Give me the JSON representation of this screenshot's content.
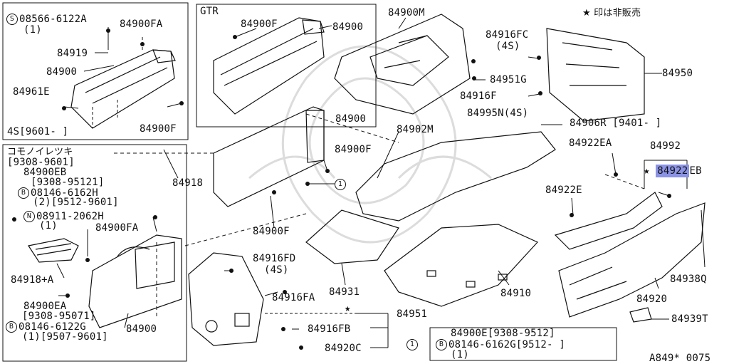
{
  "labels": {
    "box1_s_part": "08566-6122A",
    "box1_s_qty": "(1)",
    "box1_84900fa": "84900FA",
    "box1_84919": "84919",
    "box1_84900": "84900",
    "box1_84961e": "84961E",
    "box1_4s": "4S[9601-   ]",
    "box1_84900f": "84900F",
    "gtr_title": "GTR",
    "gtr_84900f": "84900F",
    "gtr_84900": "84900",
    "top_84900m": "84900M",
    "top_84916fc": "84916FC",
    "top_4s_a": "(4S)",
    "top_84951g": "84951G",
    "top_84916f": "84916F",
    "top_84995n": "84995N(4S)",
    "note_not_sold": "★ 印は非販売",
    "right_84950": "84950",
    "mid_84900": "84900",
    "mid_84902m": "84902M",
    "mid_84906r": "84906R [9401-      ]",
    "mid_84900f_a": "84900F",
    "mid_84918": "84918",
    "mid_84900f_b": "84900F",
    "r_84922ea": "84922EA",
    "r_84992": "84992",
    "r_84922eb_hl": "84922",
    "r_84922eb_tail": "EB",
    "r_84922e": "84922E",
    "box2_title": "コモノイレツキ",
    "box2_range1": "[9308-9601]",
    "box2_84900eb": "84900EB",
    "box2_range2": "[9308-95121]",
    "box2_b1": "08146-6162H",
    "box2_b1_qty": "(2)[9512-9601]",
    "box2_n": "08911-2062H",
    "box2_n_qty": "(1)",
    "box2_84900fa": "84900FA",
    "box2_84918a": "84918+A",
    "box2_84900ea": "84900EA",
    "box2_range3": "[9308-95071]",
    "box2_b2": "08146-6122G",
    "box2_b2_qty": "(1)[9507-9601]",
    "box2_84900": "84900",
    "b_84916fd": "84916FD",
    "b_4s": "(4S)",
    "b_84916fa": "84916FA",
    "b_84931": "84931",
    "b_84910": "84910",
    "b_84951": "84951",
    "b_84916fb": "84916FB",
    "b_84920c": "84920C",
    "r_84938q": "84938Q",
    "r_84920": "84920",
    "r_84939t": "84939T",
    "legend_1": "84900E[9308-9512]",
    "legend_2": "08146-6162G[9512-      ]",
    "legend_3": "(1)",
    "ref_code": "A849* 0075",
    "circle_s": "S",
    "circle_b": "B",
    "circle_n": "N",
    "circle_1": "1"
  },
  "colors": {
    "line": "#111111",
    "highlight": "#8b93e6",
    "watermark": "#dcdcdc"
  }
}
